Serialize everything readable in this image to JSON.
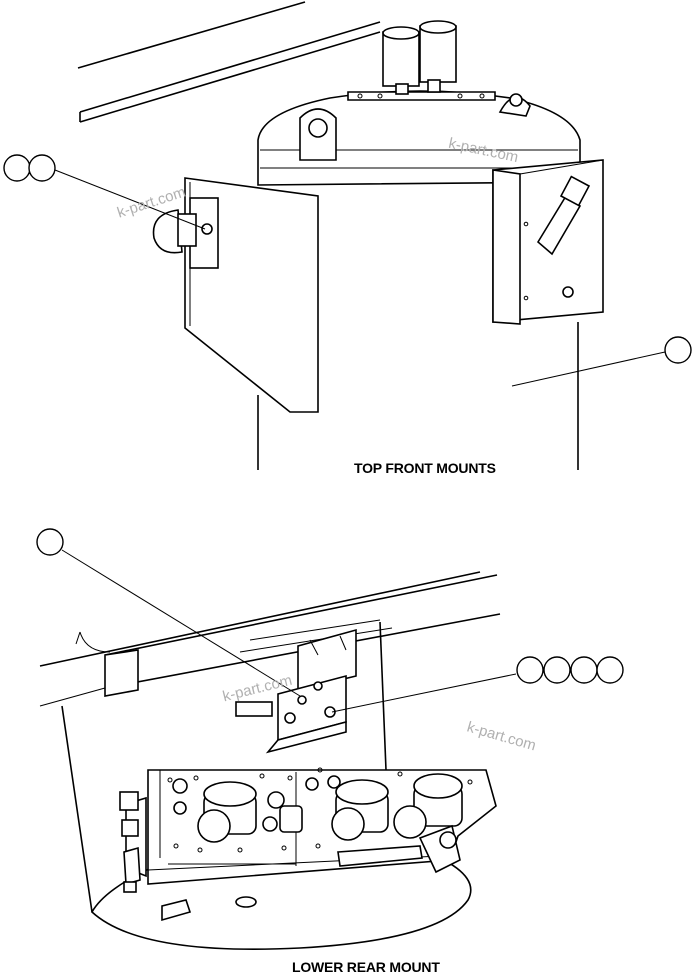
{
  "captions": {
    "top": "TOP FRONT MOUNTS",
    "bottom": "LOWER REAR MOUNT"
  },
  "watermarks": {
    "top_left": "k-part.com",
    "top_right": "k-part.com",
    "bottom_center": "k-part.com",
    "bottom_right": "k-part.com"
  }
}
